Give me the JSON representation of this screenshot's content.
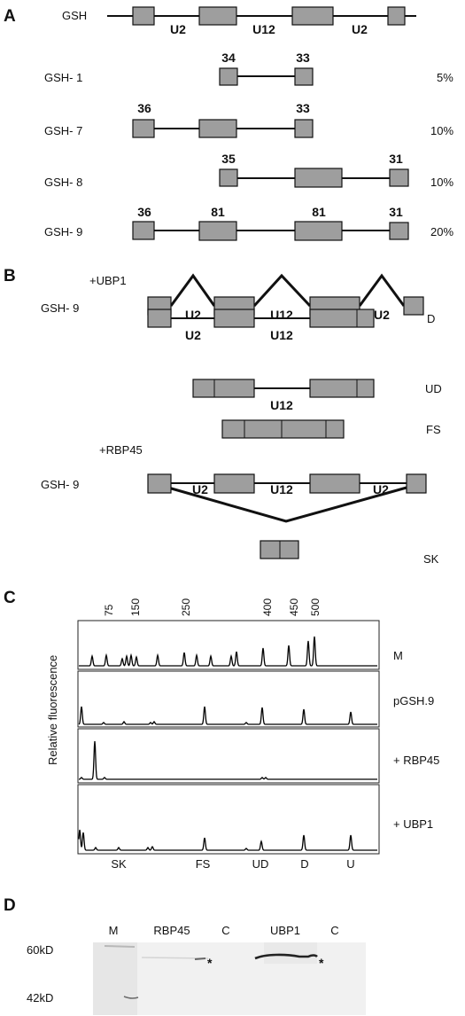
{
  "panel_a": {
    "letter": "A",
    "gene_label": "GSH",
    "introns": [
      "U2",
      "U12",
      "U2"
    ],
    "rows": [
      {
        "label": "GSH- 1",
        "pct": "5%",
        "sizes": [
          "34",
          "33"
        ]
      },
      {
        "label": "GSH- 7",
        "pct": "10%",
        "sizes": [
          "36",
          "33"
        ]
      },
      {
        "label": "GSH- 8",
        "pct": "10%",
        "sizes": [
          "35",
          "31"
        ]
      },
      {
        "label": "GSH- 9",
        "pct": "20%",
        "sizes": [
          "36",
          "81",
          "81",
          "31"
        ]
      }
    ]
  },
  "panel_b": {
    "letter": "B",
    "ubp1_label": "+UBP1",
    "rbp45_label": "+RBP45",
    "gene_label": "GSH- 9",
    "introns": [
      "U2",
      "U12",
      "U2"
    ],
    "products": {
      "d": "D",
      "ud": "UD",
      "fs": "FS",
      "sk": "SK"
    }
  },
  "panel_c": {
    "letter": "C",
    "ylabel": "Relative fluorescence",
    "size_markers": [
      "75",
      "150",
      "250",
      "400",
      "450",
      "500"
    ],
    "traces": [
      "M",
      "pGSH.9",
      "+ RBP45",
      "+ UBP1"
    ],
    "peak_labels": [
      "SK",
      "FS",
      "UD",
      "D",
      "U"
    ]
  },
  "panel_d": {
    "letter": "D",
    "lanes": [
      "M",
      "RBP45",
      "C",
      "UBP1",
      "C"
    ],
    "mw": [
      "60kD",
      "42kD"
    ],
    "star": "*"
  },
  "colors": {
    "exon": "#9e9e9e",
    "line": "#111111",
    "blot": "#f1f1f1"
  }
}
